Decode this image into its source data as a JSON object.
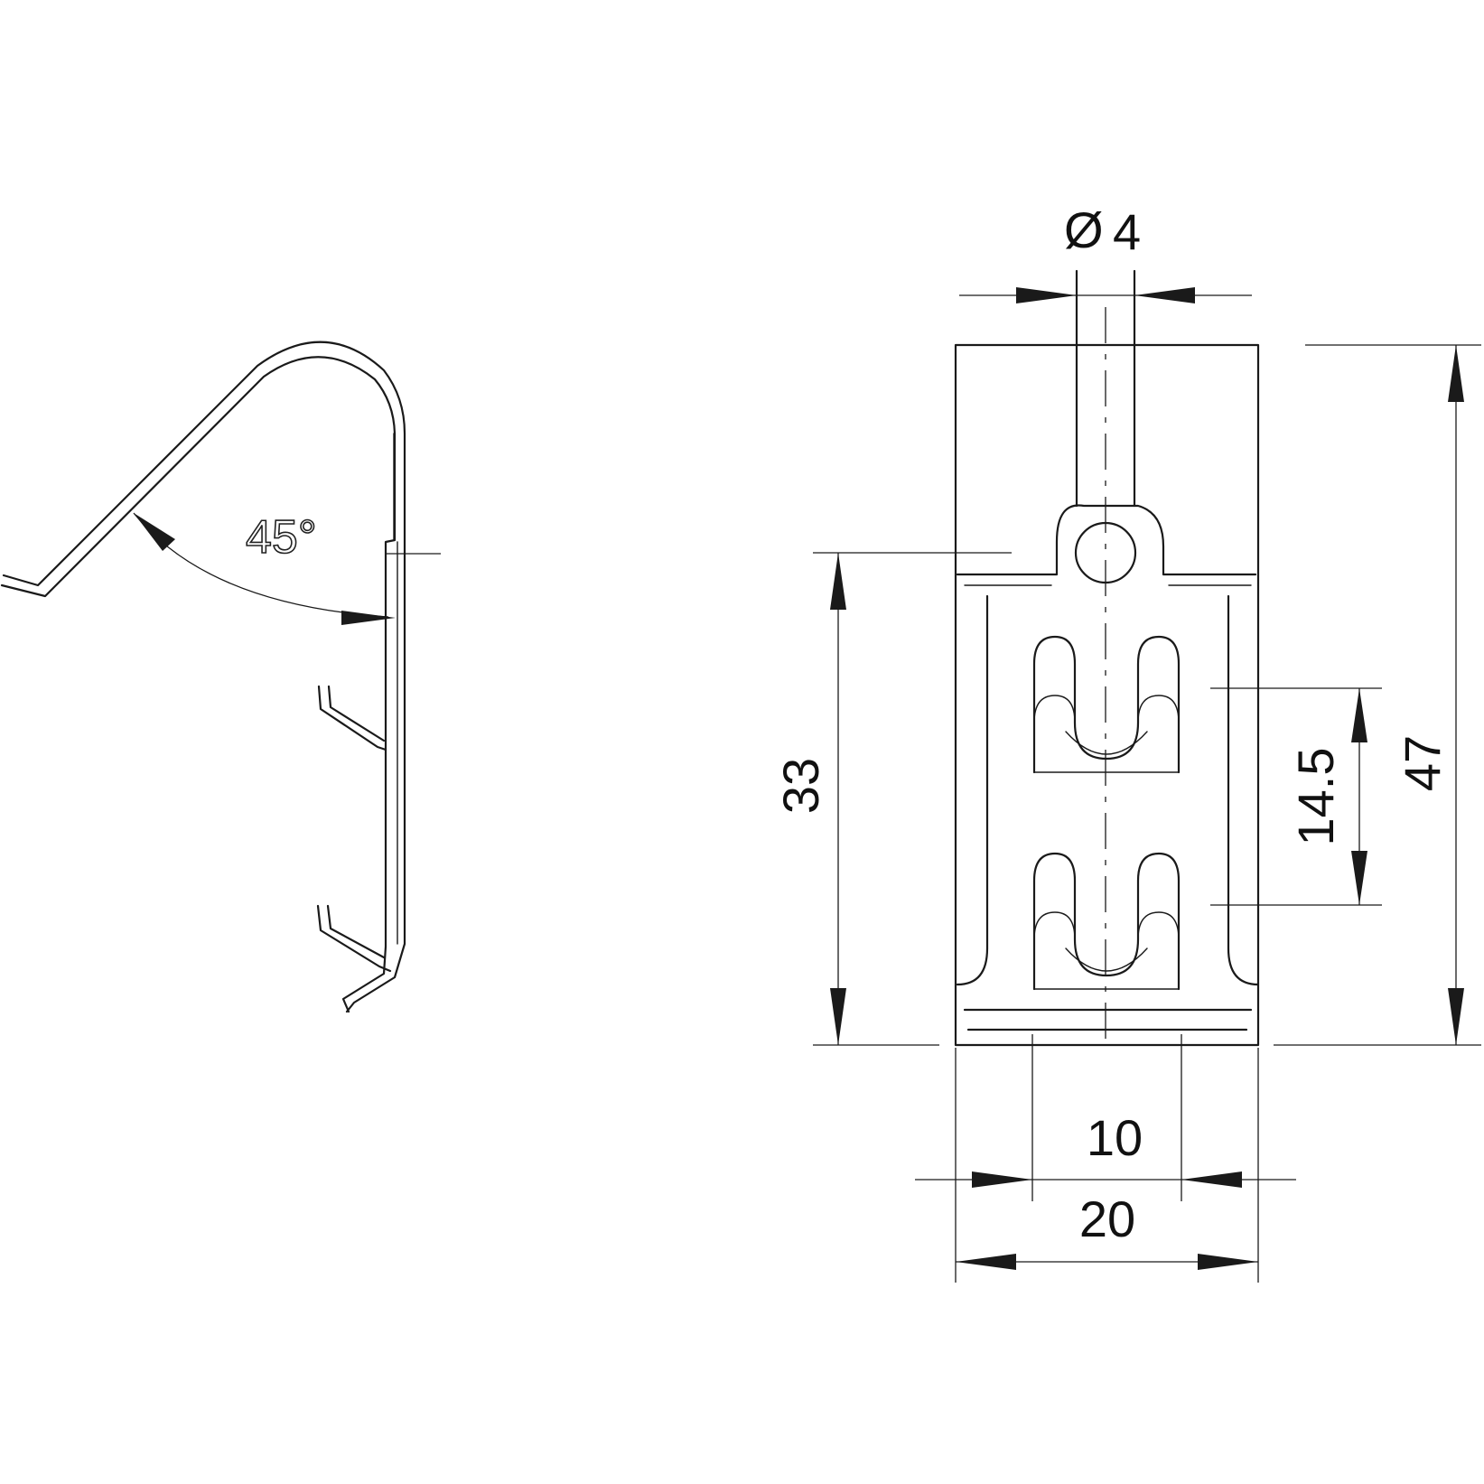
{
  "side_view": {
    "angle_label": "45°"
  },
  "front_view": {
    "diameter_symbol": "Ø",
    "diameter_value": "4",
    "dim_height_left": "33",
    "dim_height_right": "47",
    "dim_slot_pitch": "14.5",
    "dim_slot_width": "10",
    "dim_total_width": "20"
  }
}
